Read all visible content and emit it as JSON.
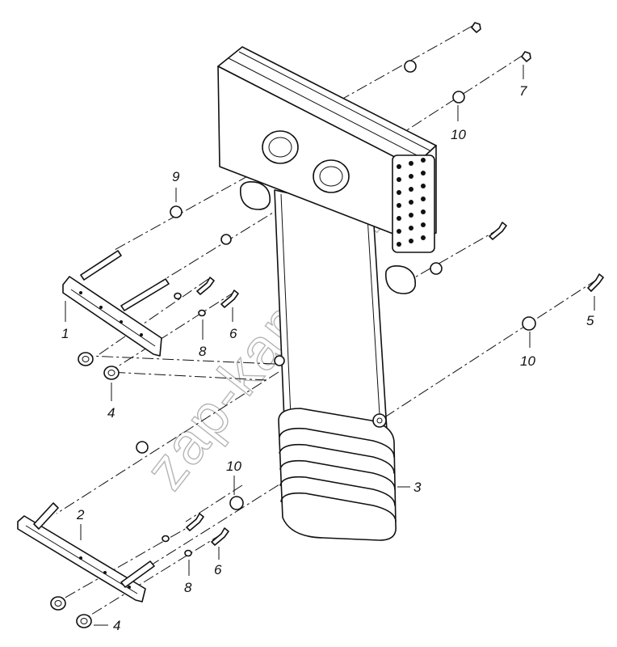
{
  "watermark": "zap-kama.ru",
  "callouts": {
    "c1": "1",
    "c2": "2",
    "c3": "3",
    "c4a": "4",
    "c4b": "4",
    "c5": "5",
    "c6a": "6",
    "c6b": "6",
    "c7": "7",
    "c8a": "8",
    "c8b": "8",
    "c9": "9",
    "c10a": "10",
    "c10b": "10",
    "c10c": "10"
  }
}
